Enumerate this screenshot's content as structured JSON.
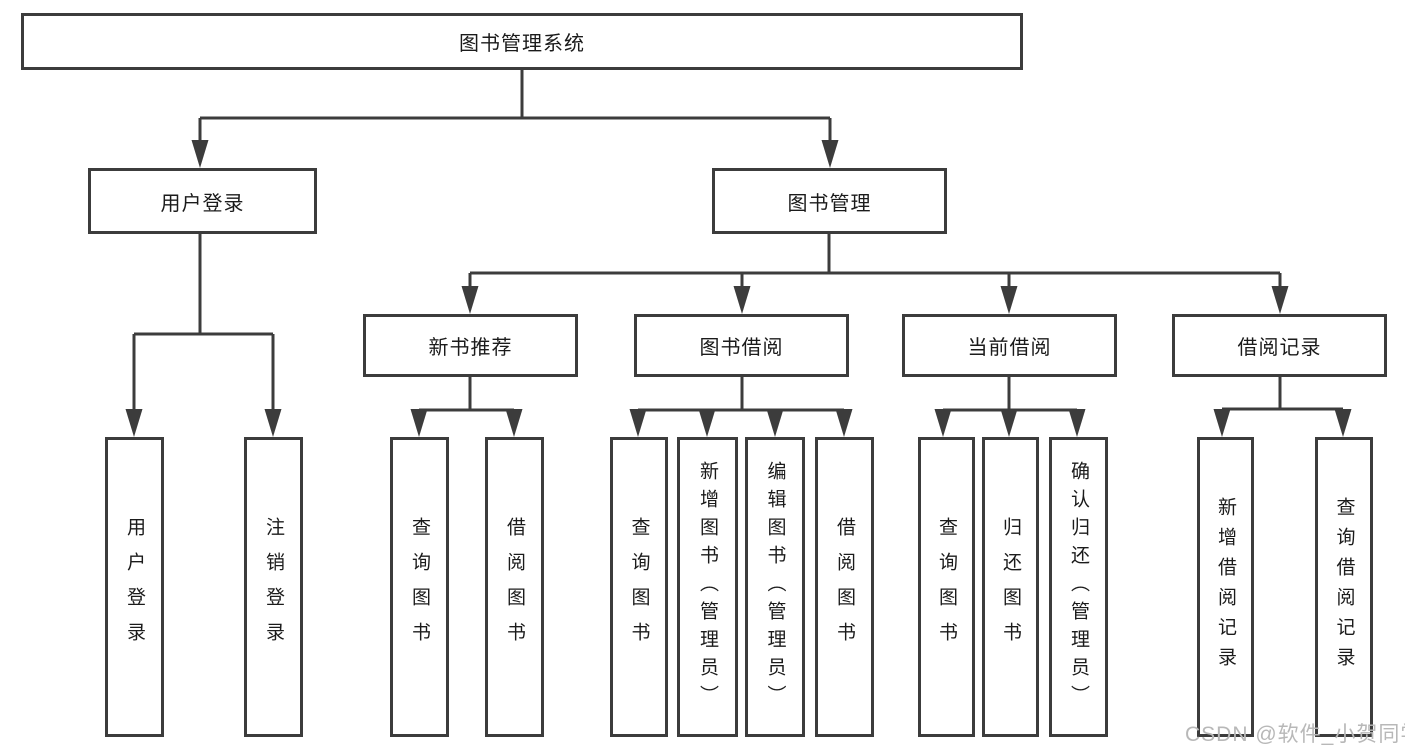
{
  "nodes": {
    "root": "图书管理系统",
    "user_login": "用户登录",
    "book_mgmt": "图书管理",
    "new_book_rec": "新书推荐",
    "book_borrow": "图书借阅",
    "current_borrow": "当前借阅",
    "borrow_record": "借阅记录",
    "leaf_user_login": "用户登录",
    "leaf_logout": "注销登录",
    "leaf_rec_query": "查询图书",
    "leaf_rec_borrow": "借阅图书",
    "leaf_bb_query": "查询图书",
    "leaf_bb_add": "新增图书（管理员）",
    "leaf_bb_edit": "编辑图书（管理员）",
    "leaf_bb_borrow": "借阅图书",
    "leaf_cb_query": "查询图书",
    "leaf_cb_return": "归还图书",
    "leaf_cb_confirm": "确认归还（管理员）",
    "leaf_br_add": "新增借阅记录",
    "leaf_br_query": "查询借阅记录"
  },
  "watermark": "CSDN @软件_小贺同学",
  "colors": {
    "line": "#3c3c3c",
    "text": "#1b1b1b",
    "watermark": "#b8b8b8",
    "background": "#ffffff"
  }
}
